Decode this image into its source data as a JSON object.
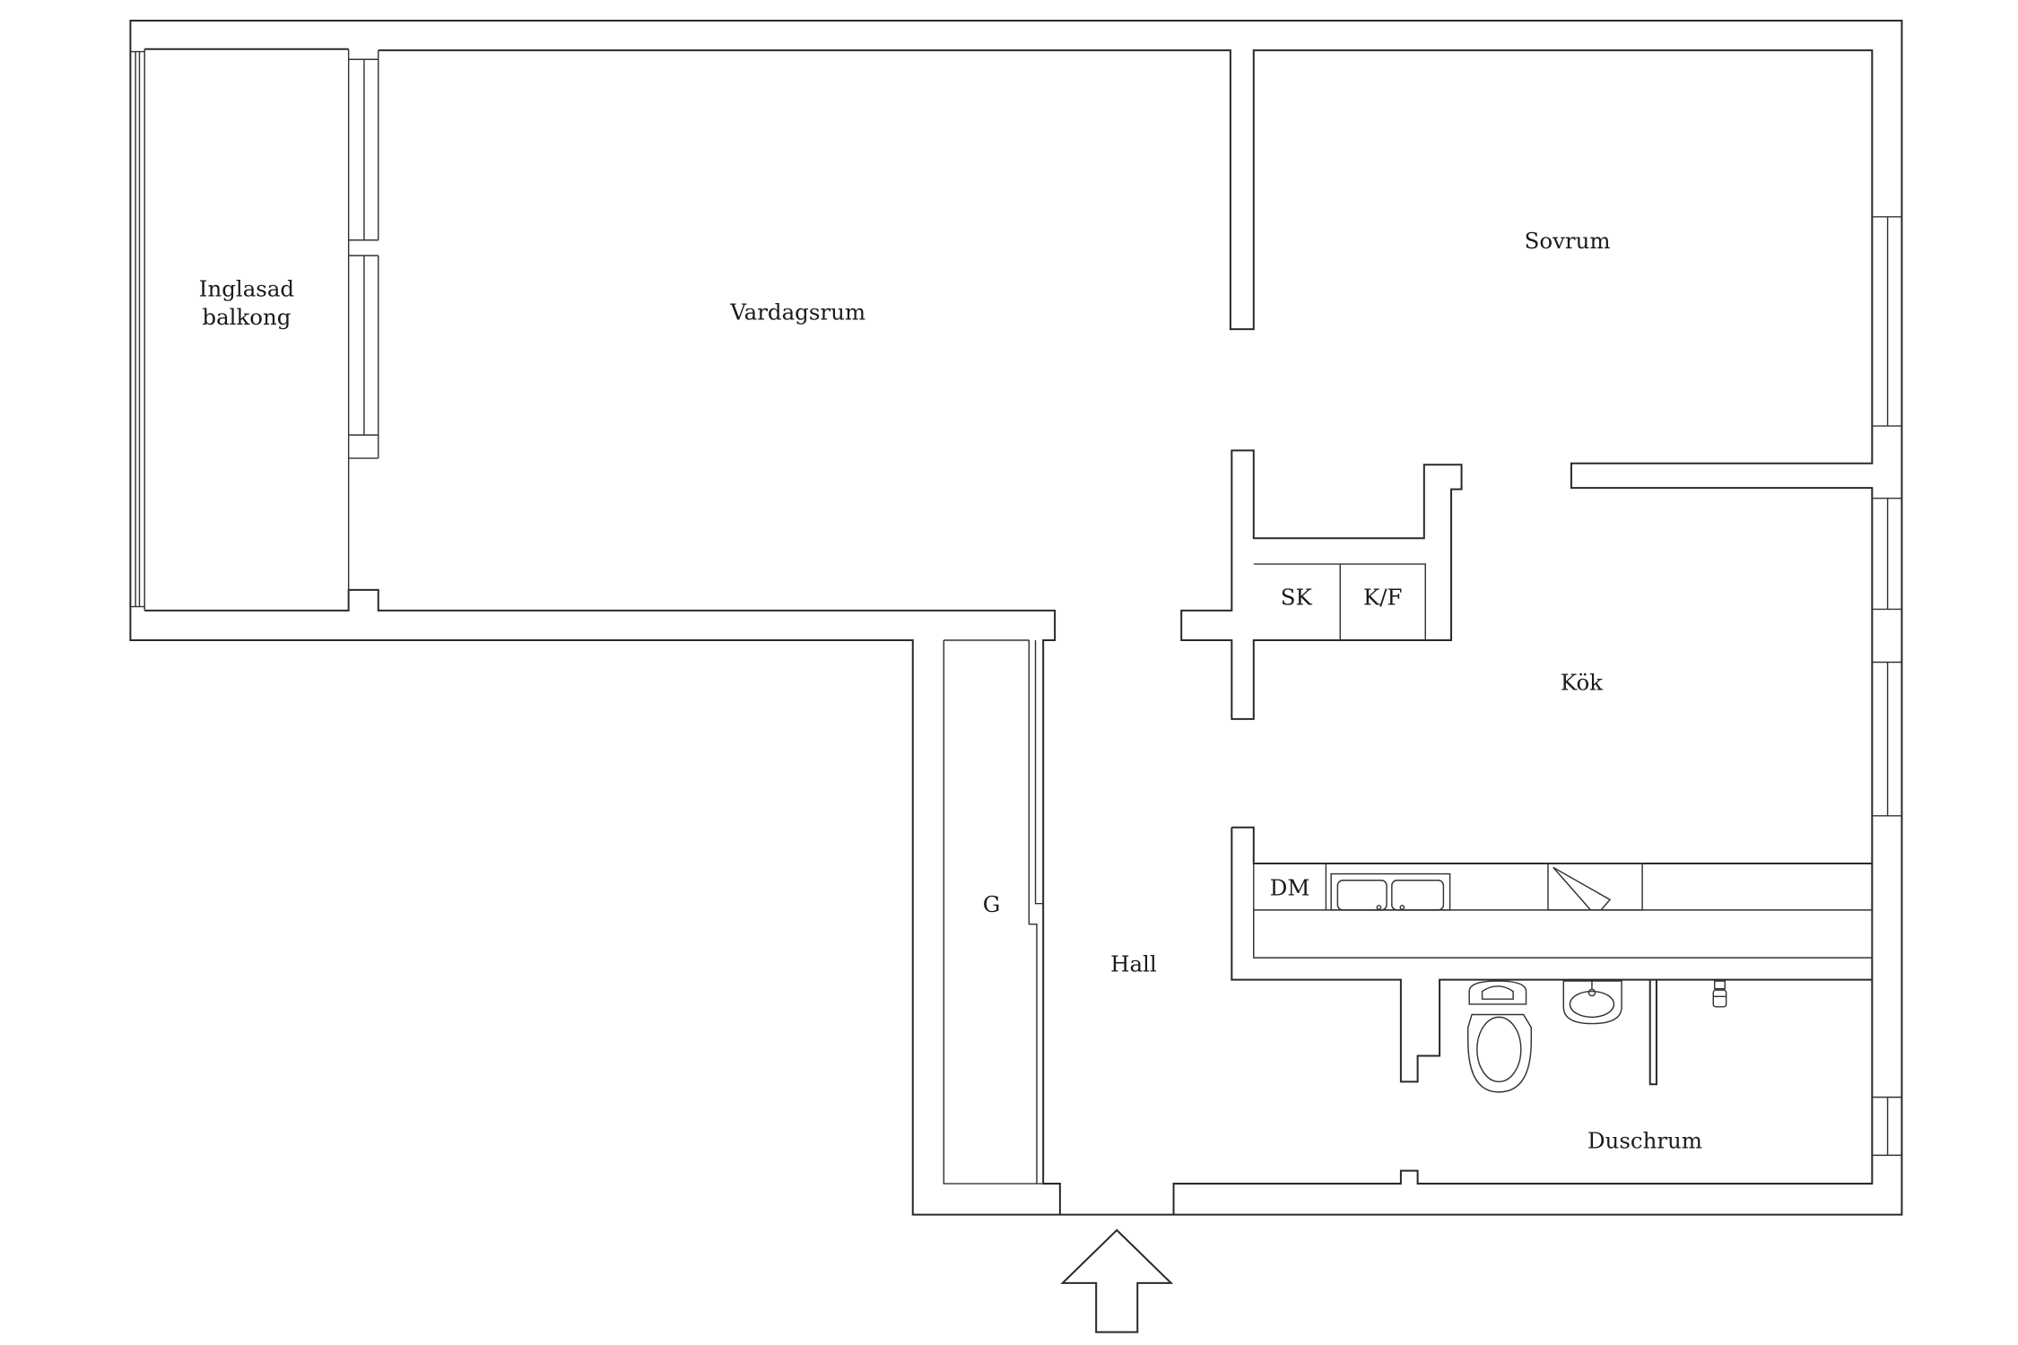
{
  "rooms": {
    "balcony_line1": "Inglasad",
    "balcony_line2": "balkong",
    "living": "Vardagsrum",
    "bedroom": "Sovrum",
    "kitchen": "Kök",
    "hall": "Hall",
    "shower": "Duschrum",
    "wardrobe": "G"
  },
  "fixtures": {
    "cleaning_closet": "SK",
    "fridge_freezer": "K/F",
    "dishwasher": "DM"
  },
  "icons": {
    "entrance": "arrow-up-icon",
    "toilet": "toilet-icon",
    "washbasin": "washbasin-icon",
    "shower": "shower-head-icon",
    "sink": "kitchen-sink-icon",
    "stove": "stove-icon"
  },
  "colors": {
    "line": "#2a2a2a",
    "background": "#ffffff"
  }
}
